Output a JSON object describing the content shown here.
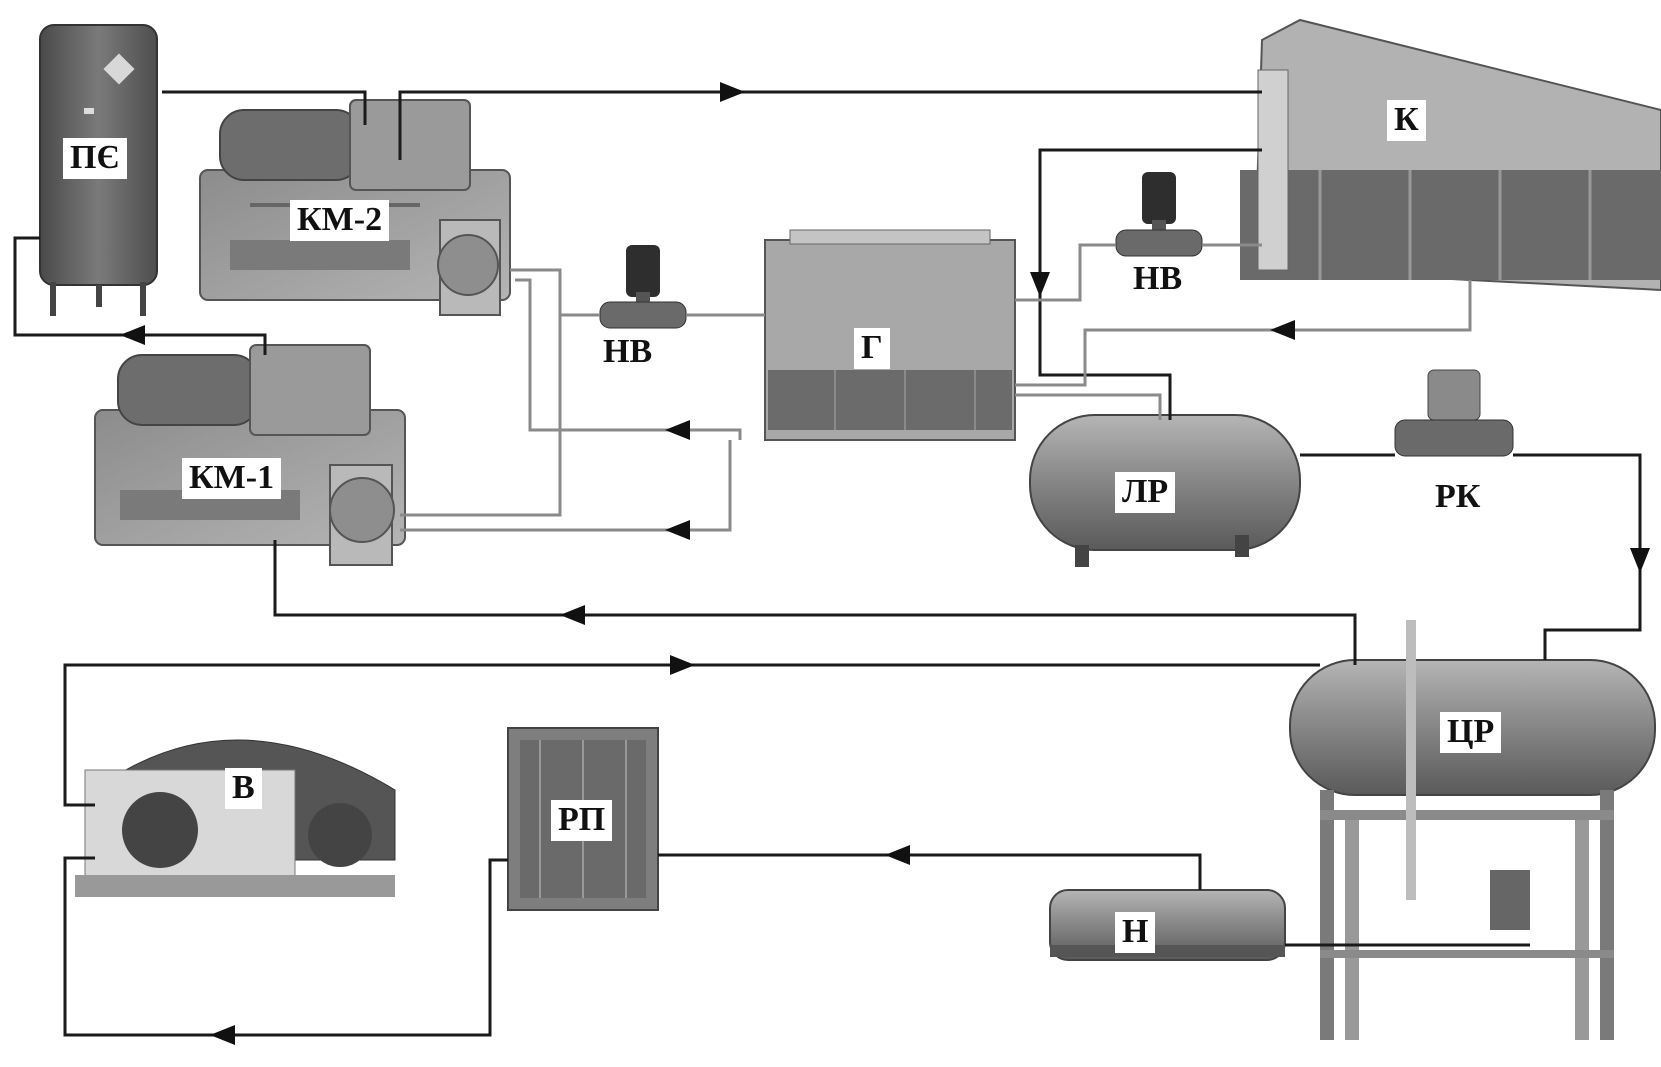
{
  "labels": {
    "pe": "ПЄ",
    "km2": "КМ-2",
    "km1": "КМ-1",
    "nv_left": "НВ",
    "nv_right": "НВ",
    "g": "Г",
    "k": "К",
    "lr": "ЛР",
    "rk": "РК",
    "tsr": "ЦР",
    "v": "В",
    "rp": "РП",
    "n": "Н"
  },
  "colors": {
    "line": "#1a1a1a",
    "pipe_gray": "#8a8a8a",
    "equipment_dark": "#5e5e5e",
    "equipment_mid": "#9a9a9a",
    "equipment_light": "#c8c8c8"
  }
}
